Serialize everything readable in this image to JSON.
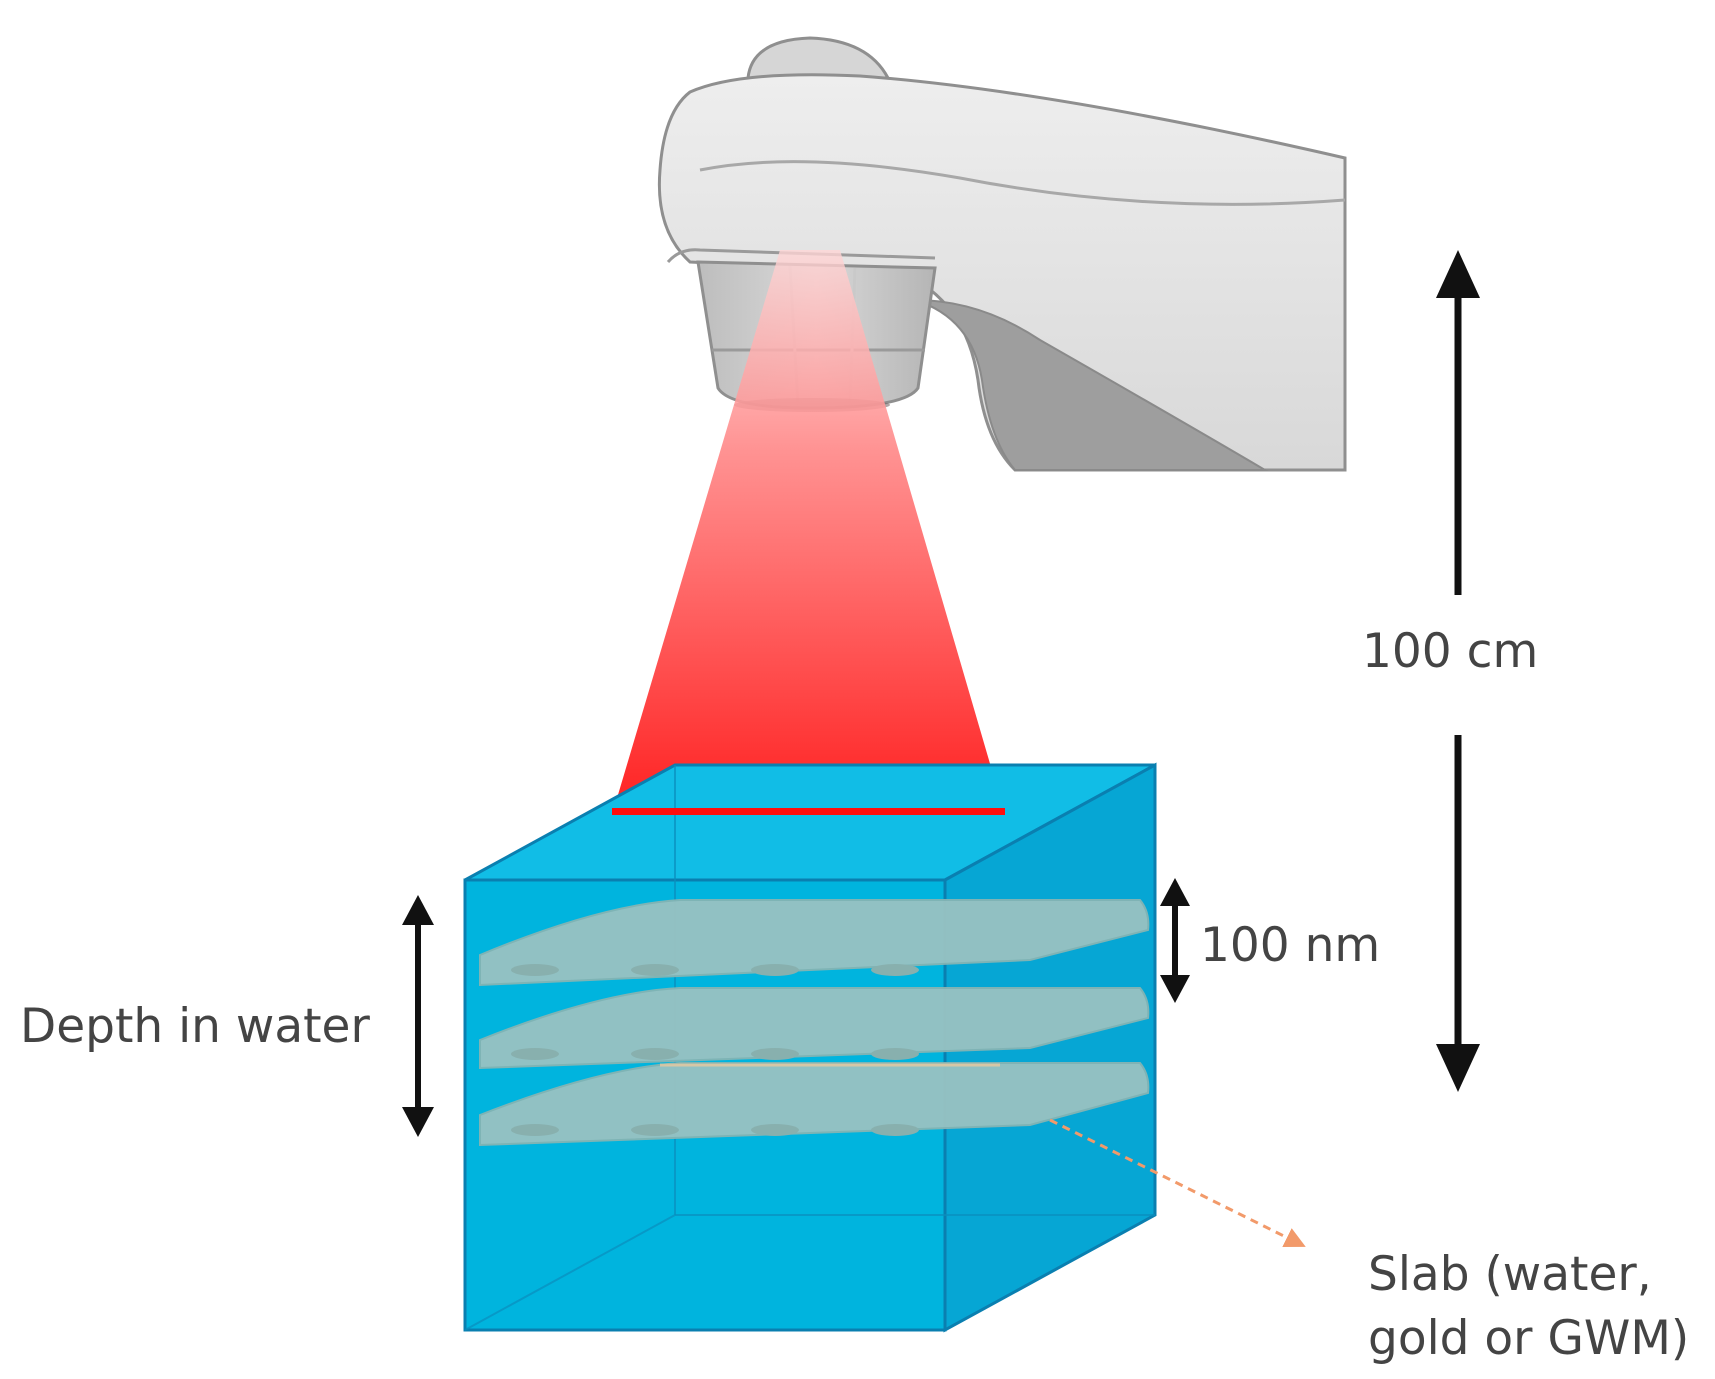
{
  "labels": {
    "distance": "100 cm",
    "slab_thickness": "100 nm",
    "depth": "Depth in water",
    "slab_line1": "Slab (water,",
    "slab_line2": "gold or GWM)"
  },
  "colors": {
    "beam": "#ff0d0d",
    "water_front": "#00b4de",
    "water_top": "#11bde6",
    "water_side": "#06a6d4",
    "water_edge": "#0a7fb0",
    "slab": "#97c2c2",
    "slab_edge": "#84b4b4",
    "slab_dot": "#88b0ae",
    "head_light": "#e6e6e6",
    "head_dark": "#9e9e9e",
    "head_outline": "#8f8f8f",
    "arrow": "#111111",
    "pointer": "#f29a6a",
    "text": "#444444"
  },
  "icons": {
    "source": "linac-gantry-head-icon",
    "phantom": "water-phantom-cube-icon"
  },
  "slab_count": 3
}
